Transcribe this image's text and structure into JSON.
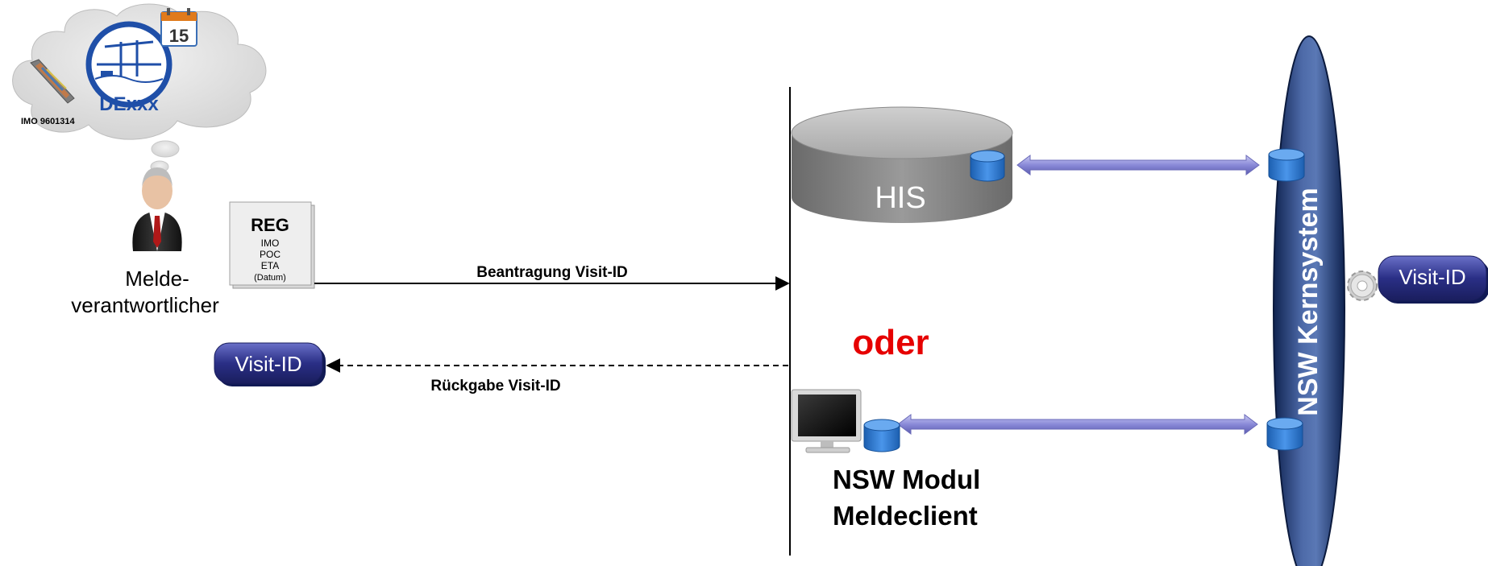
{
  "cloud": {
    "port_code": "DExxx",
    "calendar_day": "15",
    "ship_imo": "IMO 9601314"
  },
  "actor": {
    "label_line1": "Melde-",
    "label_line2": "verantwortlicher"
  },
  "reg_form": {
    "title": "REG",
    "fields": [
      "IMO",
      "POC",
      "ETA",
      "(Datum)"
    ]
  },
  "request_arrow_label": "Beantragung Visit-ID",
  "return_arrow_label": "Rückgabe Visit-ID",
  "visit_id_left": "Visit-ID",
  "visit_id_right": "Visit-ID",
  "his_label": "HIS",
  "oder_label": "oder",
  "client_label_line1": "NSW Modul",
  "client_label_line2": "Meldeclient",
  "core_label": "NSW Kernsystem",
  "colors": {
    "oder": "#e60000",
    "link": "#8a8ad8",
    "pill": "#2a2f86",
    "core": "#1e3a7a",
    "db": "#2e7bd6",
    "his": "#8c8c8c"
  }
}
